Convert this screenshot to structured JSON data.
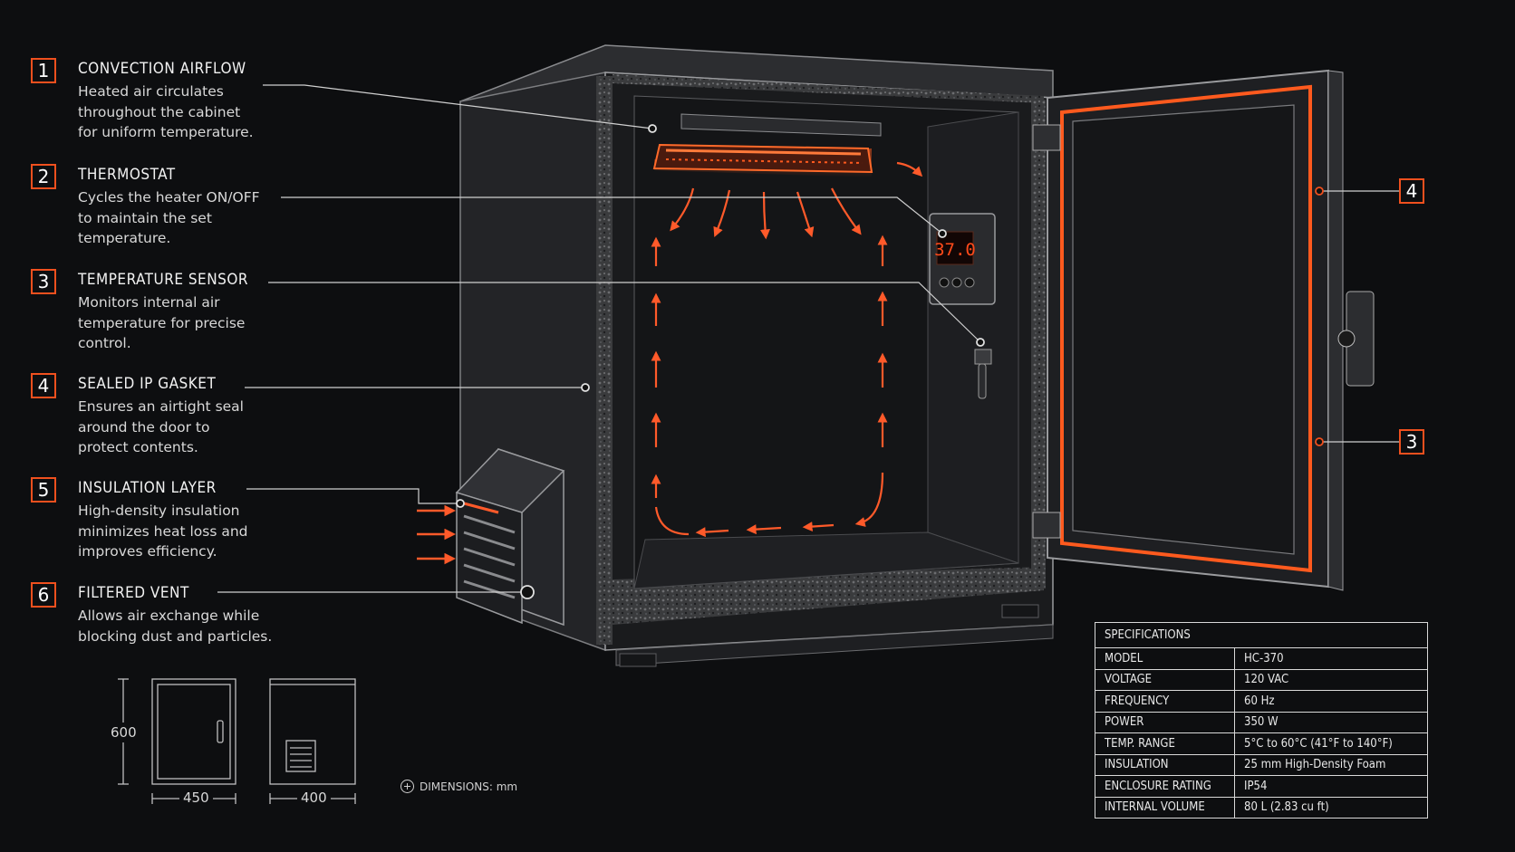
{
  "callouts": [
    {
      "number": "1",
      "title": "CONVECTION AIRFLOW",
      "lines": [
        "Heated air circulates",
        "throughout the cabinet",
        "for uniform temperature."
      ]
    },
    {
      "number": "2",
      "title": "THERMOSTAT",
      "lines": [
        "Cycles the heater ON/OFF",
        "to maintain the set",
        "temperature."
      ]
    },
    {
      "number": "3",
      "title": "TEMPERATURE SENSOR",
      "lines": [
        "Monitors internal air",
        "temperature for precise",
        "control."
      ]
    },
    {
      "number": "4",
      "title": "SEALED IP GASKET",
      "lines": [
        "Ensures an airtight seal",
        "around the door to",
        "protect contents."
      ]
    },
    {
      "number": "5",
      "title": "INSULATION LAYER",
      "lines": [
        "High-density insulation",
        "minimizes heat loss and",
        "improves efficiency."
      ]
    },
    {
      "number": "6",
      "title": "FILTERED VENT",
      "lines": [
        "Allows air exchange while",
        "blocking dust and particles."
      ]
    }
  ],
  "door_callouts": [
    "4",
    "3"
  ],
  "thermostat_display": "37.0",
  "dimensions": {
    "height": "600",
    "width": "450",
    "depth": "400",
    "note": "DIMENSIONS: mm"
  },
  "specifications": {
    "header": "SPECIFICATIONS",
    "rows": [
      {
        "label": "MODEL",
        "value": "HC-370"
      },
      {
        "label": "VOLTAGE",
        "value": "120 VAC"
      },
      {
        "label": "FREQUENCY",
        "value": "60 Hz"
      },
      {
        "label": "POWER",
        "value": "350 W"
      },
      {
        "label": "TEMP. RANGE",
        "value": "5°C to 60°C (41°F to 140°F)"
      },
      {
        "label": "INSULATION",
        "value": "25 mm High-Density Foam"
      },
      {
        "label": "ENCLOSURE RATING",
        "value": "IP54"
      },
      {
        "label": "INTERNAL VOLUME",
        "value": "80 L (2.83 cu ft)"
      }
    ]
  },
  "colors": {
    "accent": "#f0501e",
    "background": "#0d0e10",
    "line": "#d9d9d9"
  }
}
